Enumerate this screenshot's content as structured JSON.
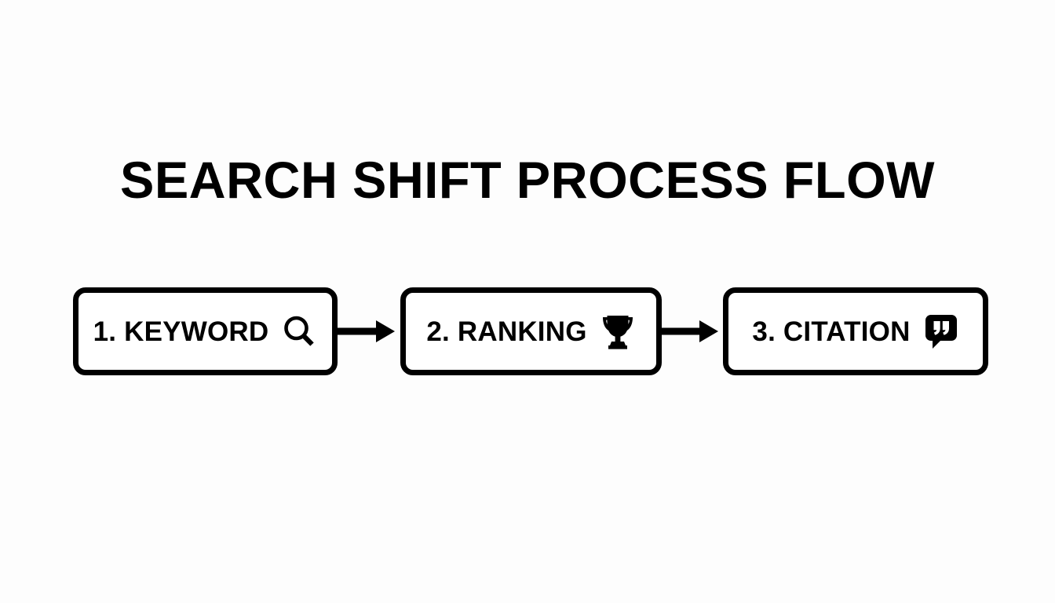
{
  "page": {
    "title": "SEARCH SHIFT PROCESS FLOW",
    "background_color": "#fdfdfd",
    "foreground_color": "#000000"
  },
  "flow": {
    "steps": [
      {
        "number": "1.",
        "label": "1. KEYWORD",
        "name": "KEYWORD",
        "icon": "magnifier-icon"
      },
      {
        "number": "2.",
        "label": "2. RANKING",
        "name": "RANKING",
        "icon": "trophy-icon"
      },
      {
        "number": "3.",
        "label": "3. CITATION",
        "name": "CITATION",
        "icon": "quote-bubble-icon"
      }
    ],
    "connectors": [
      {
        "from": "1. KEYWORD",
        "to": "2. RANKING",
        "icon": "arrow-right-icon"
      },
      {
        "from": "2. RANKING",
        "to": "3. CITATION",
        "icon": "arrow-right-icon"
      }
    ]
  }
}
